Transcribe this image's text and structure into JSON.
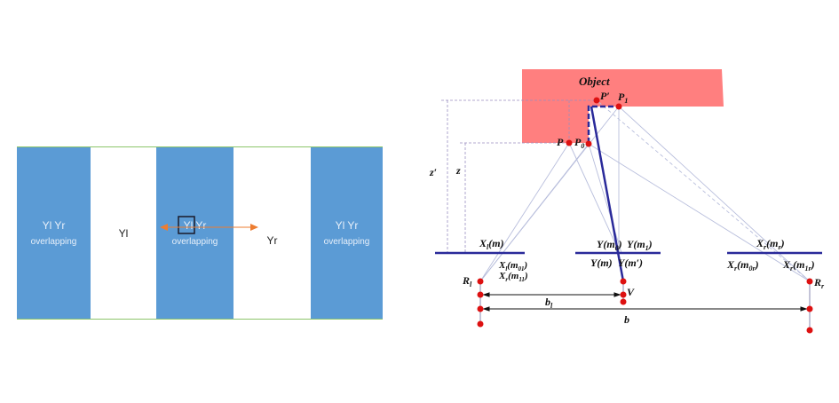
{
  "left_panel": {
    "columns": [
      {
        "line1": "Yl Yr",
        "line2": "overlapping"
      },
      {
        "line1": "Yl"
      },
      {
        "line1": "Yl Yr",
        "line2": "overlapping"
      },
      {
        "line1": "Yr"
      },
      {
        "line1": "Yl Yr",
        "line2": "overlapping"
      }
    ],
    "colors": {
      "blue": "#5b9bd5",
      "arrow": "#ed7d31",
      "border": "#8cc56a"
    }
  },
  "right_diagram": {
    "object": "Object",
    "colors": {
      "object": "#ff7f7f",
      "baseline": "#2e2e99",
      "point": "#dd1111",
      "ray": "#b8bedc"
    },
    "labels": {
      "p_prime": "P′",
      "p1": {
        "a": "P",
        "s": "1"
      },
      "p": "P",
      "p0": {
        "a": "P",
        "s": "0"
      },
      "z_prime": "z′",
      "z": "z",
      "xlm": {
        "a": "X",
        "s": "l",
        "b": "(m)"
      },
      "xlm01": {
        "a": "X",
        "s": "l",
        "b": "(m",
        "s2": "01",
        "c": ")"
      },
      "xrm11": {
        "a": "X",
        "s": "r",
        "b": "(m",
        "s2": "11",
        "c": ")"
      },
      "ym0": {
        "a": "Y(m",
        "s": "0",
        "b": ")"
      },
      "ym1": {
        "a": "Y(m",
        "s": "1",
        "b": ")"
      },
      "ym": "Y(m)",
      "ymp": "Y(m′)",
      "xrmr": {
        "a": "X",
        "s": "r",
        "b": "(m",
        "s2": "r",
        "c": ")"
      },
      "xrm0r": {
        "a": "X",
        "s": "r",
        "b": "(m",
        "s2": "0r",
        "c": ")"
      },
      "xrm1r": {
        "a": "X",
        "s": "r",
        "b": "(m",
        "s2": "1r",
        "c": ")"
      },
      "rl": {
        "a": "R",
        "s": "l"
      },
      "rr": {
        "a": "R",
        "s": "r"
      },
      "v": "V",
      "bl": {
        "a": "b",
        "s": "l"
      },
      "b": "b"
    }
  }
}
